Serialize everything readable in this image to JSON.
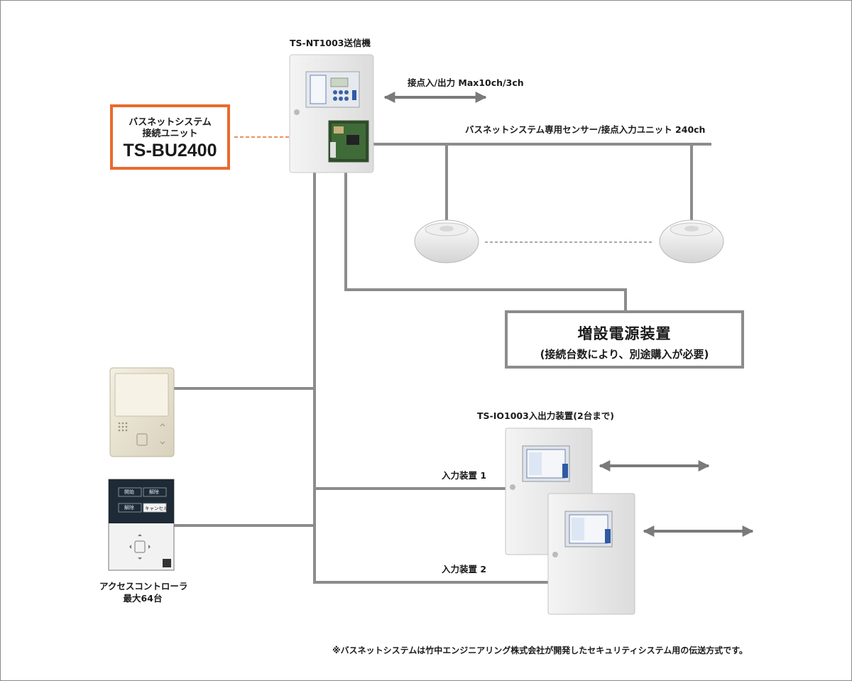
{
  "transmitter": {
    "title": "TS-NT1003送信機"
  },
  "bus_unit": {
    "line1": "バスネットシステム",
    "line2": "接続ユニット",
    "model": "TS-BU2400"
  },
  "contact_io_label": "接点入/出力 Max10ch/3ch",
  "sensor_line_label": "バスネットシステム専用センサー/接点入力ユニット 240ch",
  "power_unit": {
    "title": "増設電源装置",
    "subtitle": "(接続台数により、別途購入が必要)"
  },
  "io_device": {
    "title": "TS-IO1003入出力装置(2台まで)",
    "input1": "入力装置 1",
    "input2": "入力装置 2"
  },
  "access_controller": {
    "line1": "アクセスコントローラ",
    "line2": "最大64台",
    "keys": [
      "開始",
      "解除",
      "解除",
      "キャンセル"
    ]
  },
  "footnote": "※バスネットシステムは竹中エンジニアリング株式会社が開発したセキュリティシステム用の伝送方式です。",
  "colors": {
    "wire": "#8c8c8c",
    "accent": "#ea6a2c",
    "arrow": "#7a7a7a"
  }
}
